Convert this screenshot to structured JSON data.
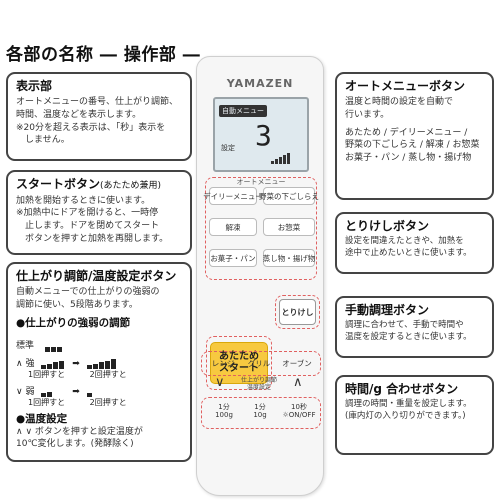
{
  "page_title": "各部の名称 ― 操作部 ―",
  "left": {
    "display": {
      "title": "表示部",
      "lines": [
        "オートメニューの番号、仕上がり調節、",
        "時間、温度などを表示します。",
        "※20分を超える表示は、「秒」表示を",
        "　しません。"
      ]
    },
    "start": {
      "title": "スタートボタン",
      "title_suffix": "(あたため兼用)",
      "lines": [
        "加熱を開始するときに使います。",
        "※加熱中にドアを開けると、一時停",
        "　止します。ドアを閉めてスタート",
        "　ボタンを押すと加熱を再開します。"
      ]
    },
    "finish": {
      "title": "仕上がり調節/温度設定ボタン",
      "lines": [
        "自動メニューでの仕上がりの強弱の",
        "調節に使い、5段階あります。"
      ],
      "strength_heading": "●仕上がりの強弱の調節",
      "standard_label": "標準",
      "strong_label": "強",
      "weak_label": "弱",
      "press_once": "1回押すと",
      "press_twice": "2回押すと",
      "temp_heading": "●温度設定",
      "temp_lines": [
        "∧ ∨ ボタンを押すと設定温度が",
        "10℃変化します。(発酵除く)"
      ]
    }
  },
  "right": {
    "auto_menu": {
      "title": "オートメニューボタン",
      "lines": [
        "温度と時間の設定を自動で",
        "行います。",
        "",
        "あたため / デイリーメニュー /",
        "野菜の下ごしらえ / 解凍 / お惣菜",
        "お菓子・パン / 蒸し物・揚げ物"
      ]
    },
    "cancel": {
      "title": "とりけしボタン",
      "lines": [
        "設定を間違えたときや、加熱を",
        "途中で止めたいときに使います。"
      ]
    },
    "manual": {
      "title": "手動調理ボタン",
      "lines": [
        "調理に合わせて、手動で時間や",
        "温度を設定するときに使います。"
      ]
    },
    "time": {
      "title": "時間/g 合わせボタン",
      "lines": [
        "調理の時間・重量を設定します。",
        "(庫内灯の入り切りができます。)"
      ]
    }
  },
  "remote": {
    "brand": "YAMAZEN",
    "lcd": {
      "tag": "自動メニュー",
      "digit": "3",
      "label": "設定",
      "bar_heights": [
        3,
        5,
        7,
        9,
        11
      ]
    },
    "auto_group_label": "オートメニュー",
    "auto_buttons": [
      "デイリーメニュー",
      "野菜の下ごしらえ",
      "解凍",
      "お惣菜",
      "お菓子・パン",
      "蒸し物・揚げ物"
    ],
    "start_line1": "あたため",
    "start_line2": "スタート",
    "cancel_label": "とりけし",
    "manual_buttons": [
      "レンジ",
      "グリル",
      "オーブン"
    ],
    "up_glyph": "∧",
    "down_glyph": "∨",
    "adjust_line1": "仕上がり調節",
    "adjust_line2": "温度設定",
    "time_buttons": [
      {
        "top": "1分",
        "bottom": "100g"
      },
      {
        "top": "1分",
        "bottom": "10g"
      },
      {
        "top": "10秒",
        "bottom": "ON/OFF"
      }
    ]
  },
  "icons": {
    "lamp": "lamp-icon",
    "arrows": "right-arrow-icon"
  }
}
